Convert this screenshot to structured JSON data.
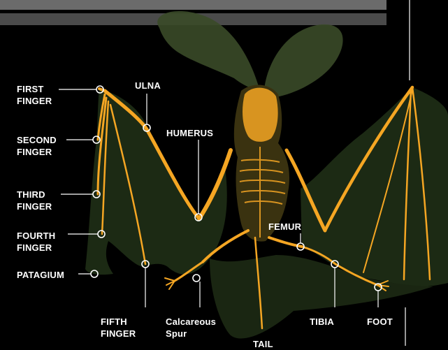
{
  "colors": {
    "background": "#000000",
    "header_bar": "#6b6b6b",
    "header_stripe": "#4a4a4a",
    "wing_membrane": "#1c2a14",
    "ear_membrane": "#3a4a28",
    "bone": "#f5a623",
    "bone_hot": "#ff7a1a",
    "label_text": "#ffffff",
    "leader_line": "#ffffff"
  },
  "labels": {
    "first_finger": [
      "FIRST",
      "FINGER"
    ],
    "second_finger": [
      "SECOND",
      "FINGER"
    ],
    "third_finger": [
      "THIRD",
      "FINGER"
    ],
    "fourth_finger": [
      "FOURTH",
      "FINGER"
    ],
    "patagium": "PATAGIUM",
    "ulna": "ULNA",
    "humerus": "HUMERUS",
    "femur": "FEMUR",
    "fifth_finger": [
      "FIFTH",
      "FINGER"
    ],
    "calcareous_spur": [
      "Calcareous",
      "Spur"
    ],
    "tail": "TAIL",
    "tibia": "TIBIA",
    "foot": "FOOT"
  }
}
